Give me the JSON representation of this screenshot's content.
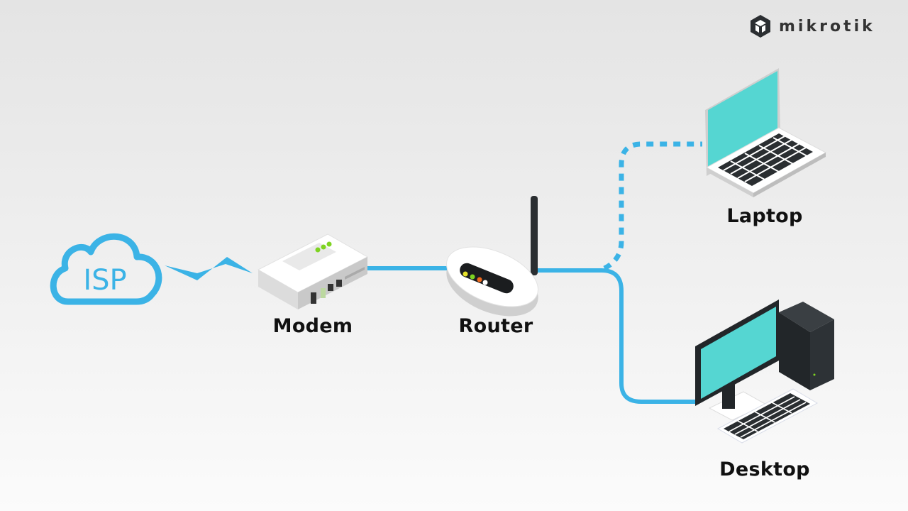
{
  "brand": {
    "name": "mikrotik",
    "icon": "mikrotik-hex-logo-icon"
  },
  "diagram": {
    "title": "Home network topology",
    "nodes": [
      {
        "id": "isp",
        "label": "ISP",
        "icon": "cloud-icon"
      },
      {
        "id": "modem",
        "label": "Modem",
        "icon": "modem-icon"
      },
      {
        "id": "router",
        "label": "Router",
        "icon": "router-icon"
      },
      {
        "id": "laptop",
        "label": "Laptop",
        "icon": "laptop-icon"
      },
      {
        "id": "desktop",
        "label": "Desktop",
        "icon": "desktop-icon"
      }
    ],
    "edges": [
      {
        "from": "isp",
        "to": "modem",
        "type": "wan-zigzag"
      },
      {
        "from": "modem",
        "to": "router",
        "type": "wired"
      },
      {
        "from": "router",
        "to": "laptop",
        "type": "wireless-dashed"
      },
      {
        "from": "router",
        "to": "desktop",
        "type": "wired"
      }
    ]
  },
  "colors": {
    "link": "#3bb3e6",
    "screen": "#55d6d2",
    "dark": "#222629",
    "led_green": "#7ed321",
    "led_yellow": "#e6e22a",
    "led_orange": "#f06a1e"
  }
}
